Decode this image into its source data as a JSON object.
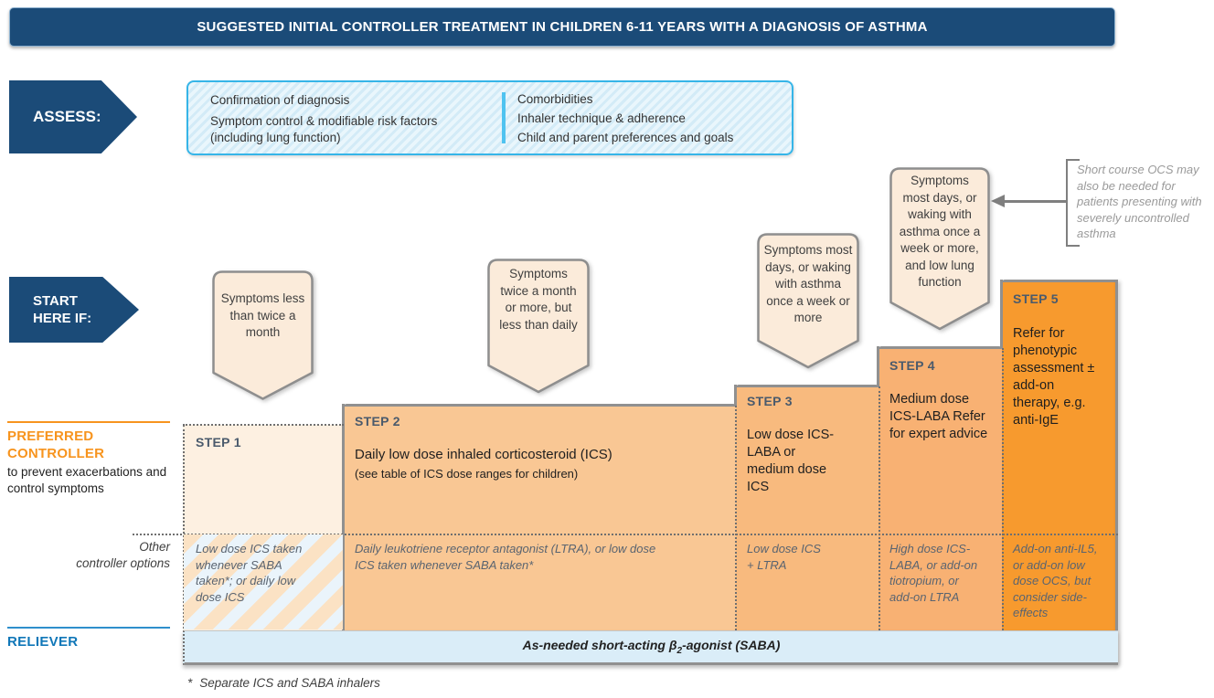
{
  "title": "SUGGESTED INITIAL CONTROLLER TREATMENT IN CHILDREN 6-11 YEARS WITH A DIAGNOSIS OF ASTHMA",
  "colors": {
    "navy": "#1B4B78",
    "accent_orange": "#F7941E",
    "assess_border_cyan": "#36B5E8",
    "reliever_blue": "#1077B8",
    "reliever_fill": "#DAEDF8",
    "step_fills": [
      "#FDF0E1",
      "#F9C794",
      "#F8BA7E",
      "#F8B173",
      "#F79A2E"
    ],
    "bubble_fill": "#FBEBDA",
    "border_gray": "#909090"
  },
  "assess": {
    "label": "ASSESS:",
    "left": [
      "Confirmation of diagnosis",
      "Symptom control & modifiable risk factors",
      "(including lung function)"
    ],
    "right": [
      "Comorbidities",
      "Inhaler technique & adherence",
      "Child and parent preferences and goals"
    ]
  },
  "start_here": [
    "START",
    "HERE IF:"
  ],
  "note": "Short course OCS may also be needed for patients presenting with severely uncontrolled asthma",
  "bubbles": [
    "Symptoms less than twice a month",
    "Symptoms twice a month or more, but less than daily",
    "Symptoms most days, or waking with asthma once a week or more",
    "Symptoms most days, or waking with asthma once a week or more, and low lung function"
  ],
  "steps": [
    {
      "id": "STEP 1",
      "main": "",
      "other": "Low dose ICS taken whenever SABA taken*; or daily low dose ICS"
    },
    {
      "id": "STEP 2",
      "main": "Daily low dose inhaled corticosteroid (ICS)",
      "note": "(see table of ICS dose ranges for children)",
      "other": "Daily leukotriene receptor antagonist (LTRA), or low dose ICS taken whenever SABA taken*"
    },
    {
      "id": "STEP 3",
      "main": "Low dose ICS-LABA or medium dose ICS",
      "other": "Low dose ICS + LTRA"
    },
    {
      "id": "STEP 4",
      "main": "Medium dose ICS-LABA Refer for expert advice",
      "other": "High dose ICS-LABA, or add-on tiotropium, or add-on LTRA"
    },
    {
      "id": "STEP 5",
      "main": "Refer for phenotypic assessment ± add-on therapy, e.g. anti-IgE",
      "other": "Add-on anti-IL5, or add-on low dose OCS, but consider side-effects"
    }
  ],
  "labels": {
    "preferred_title": "PREFERRED CONTROLLER",
    "preferred_sub": "to prevent exacerbations and control symptoms",
    "other_line1": "Other",
    "other_line2": "controller options",
    "reliever": "RELIEVER"
  },
  "reliever_bar": {
    "pre": "As-needed short-acting β",
    "sub": "2",
    "post": "-agonist (SABA)"
  },
  "footnote": {
    "marker": "*",
    "text": "Separate ICS and SABA inhalers"
  }
}
